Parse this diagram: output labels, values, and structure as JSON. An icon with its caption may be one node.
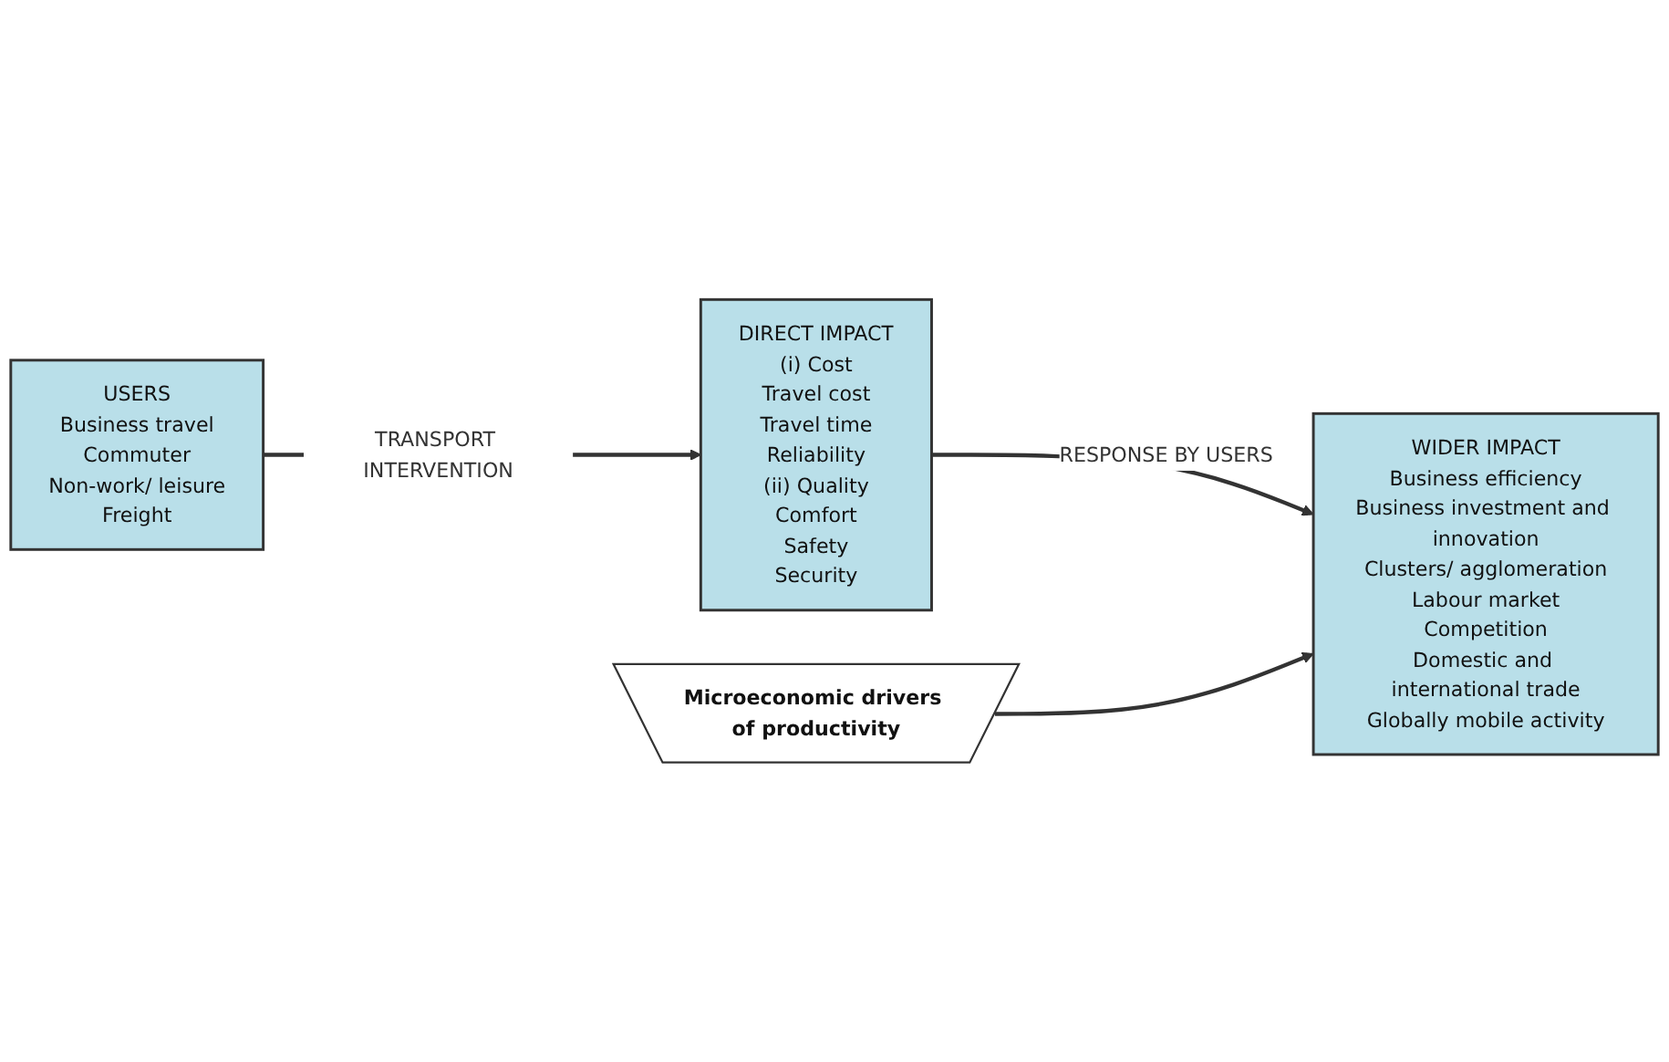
{
  "diagram": {
    "nodes": [
      {
        "text": [
          "USERS",
          "Business travel",
          "Commuter",
          "Non-work/ leisure",
          "Freight"
        ]
      },
      {
        "text": [
          "DIRECT IMPACT",
          "(i) Cost",
          "Travel cost",
          "Travel time",
          "Reliability",
          "(ii) Quality",
          "Comfort",
          "Safety",
          "Security"
        ]
      },
      {
        "text": [
          "Microeconomic drivers of productivity"
        ]
      },
      {
        "text": [
          "WIDER IMPACT",
          "Business efficiency",
          "Business investment and innovation",
          "Clusters/ agglomeration",
          "Labour market",
          "Competition",
          "Domestic and international trade",
          "Globally mobile activity"
        ]
      }
    ],
    "edges": [
      {
        "from": 0,
        "to": 1,
        "arrow": "to",
        "label": "TRANSPORT INTERVENTION"
      },
      {
        "from": 1,
        "to": 3,
        "arrow": "to",
        "label": "RESPONSE BY USERS"
      },
      {
        "from": 2,
        "to": 3,
        "arrow": "to"
      }
    ]
  }
}
